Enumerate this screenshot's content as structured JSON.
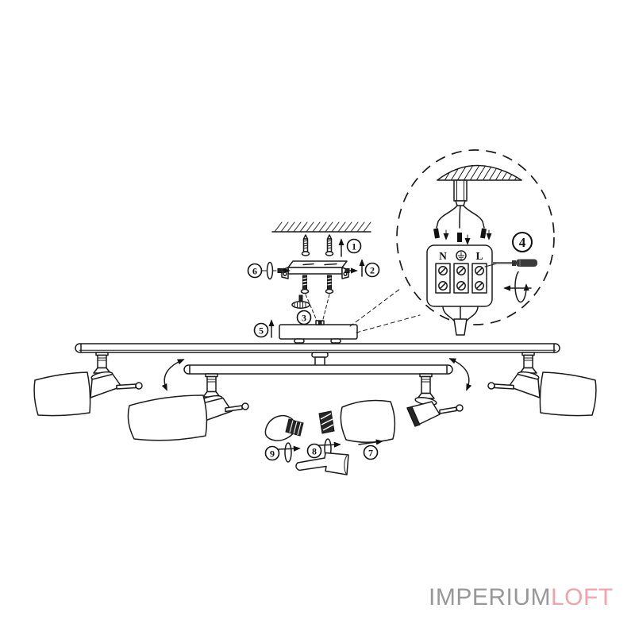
{
  "steps": [
    "1",
    "2",
    "3",
    "4",
    "5",
    "6",
    "7",
    "8",
    "9"
  ],
  "terminal_block": {
    "neutral_label": "N",
    "live_label": "L"
  },
  "logo": {
    "imperium": "IMPERIUM",
    "loft": "LOFT",
    "imperium_color": "#98989a",
    "loft_color": "#f2a3aa"
  },
  "colors": {
    "line": "#1b1b1b",
    "background": "#ffffff"
  },
  "icons": {
    "earth_terminal": "earth-ground-icon",
    "rotation": "rotation-arrow-icon",
    "screwdriver": "screwdriver-icon",
    "ceiling": "ceiling-hatch-icon"
  }
}
